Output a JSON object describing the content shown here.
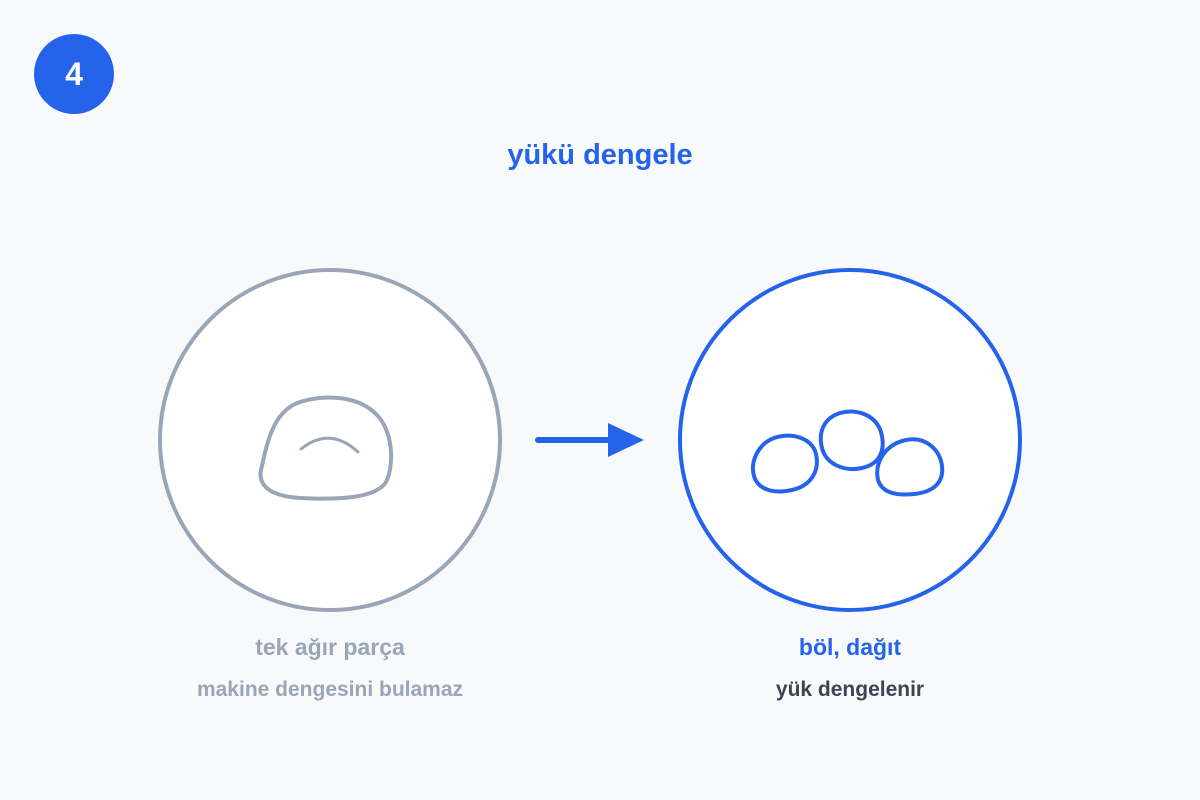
{
  "step": {
    "number": "4"
  },
  "title": "yükü dengele",
  "left_panel": {
    "caption": "tek ağır parça",
    "subcaption": "makine dengesini bulamaz"
  },
  "right_panel": {
    "caption": "böl, dağıt",
    "subcaption": "yük dengelenir"
  },
  "colors": {
    "accent": "#2563eb",
    "muted": "#9aa5b8",
    "dark": "#3b4556",
    "background": "#f7f9fb"
  }
}
